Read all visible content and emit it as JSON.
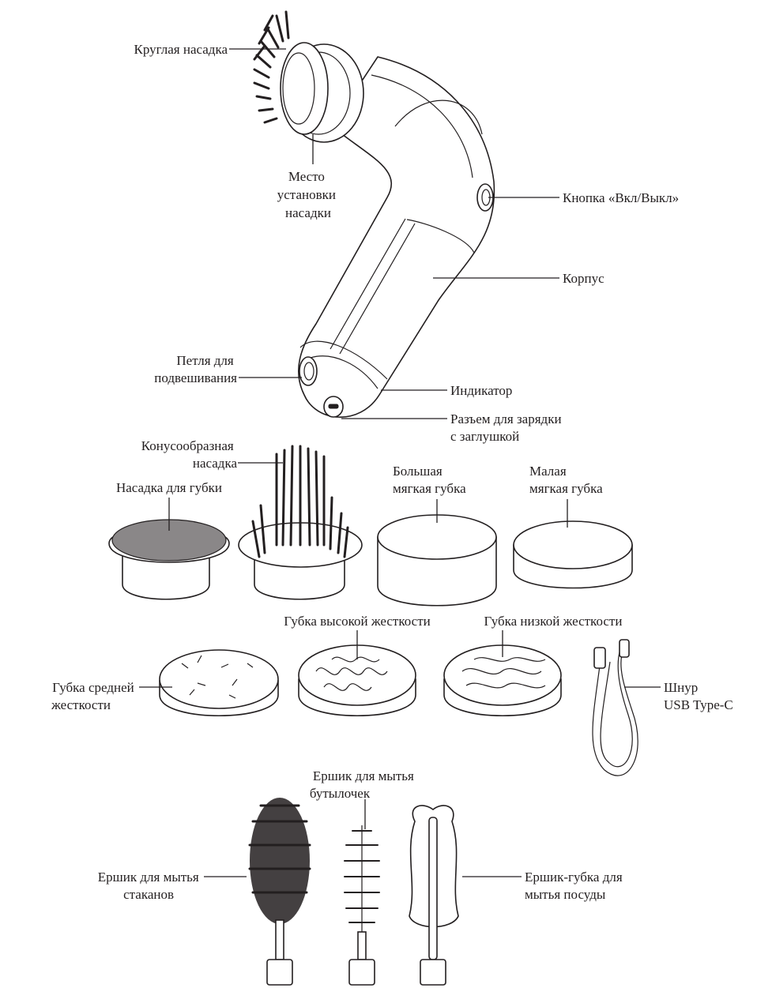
{
  "labels": {
    "round_nozzle": "Круглая насадка",
    "nozzle_mount_1": "Место",
    "nozzle_mount_2": "установки",
    "nozzle_mount_3": "насадки",
    "power_button": "Кнопка «Вкл/Выкл»",
    "body": "Корпус",
    "hang_loop_1": "Петля для",
    "hang_loop_2": "подвешивания",
    "indicator": "Индикатор",
    "charge_port_1": "Разъем для зарядки",
    "charge_port_2": "с заглушкой",
    "cone_nozzle_1": "Конусообразная",
    "cone_nozzle_2": "насадка",
    "sponge_nozzle": "Насадка для губки",
    "big_sponge_1": "Большая",
    "big_sponge_2": "мягкая губка",
    "small_sponge_1": "Малая",
    "small_sponge_2": "мягкая губка",
    "high_sponge": "Губка высокой жесткости",
    "low_sponge": "Губка низкой жесткости",
    "mid_sponge_1": "Губка средней",
    "mid_sponge_2": "жесткости",
    "cable_1": "Шнур",
    "cable_2": "USB Type-C",
    "bottle_brush_1": "Ершик для мытья",
    "bottle_brush_2": "бутылочек",
    "glass_brush_1": "Ершик для мытья",
    "glass_brush_2": "стаканов",
    "dish_sponge_1": "Ершик-губка для",
    "dish_sponge_2": "мытья посуды"
  }
}
